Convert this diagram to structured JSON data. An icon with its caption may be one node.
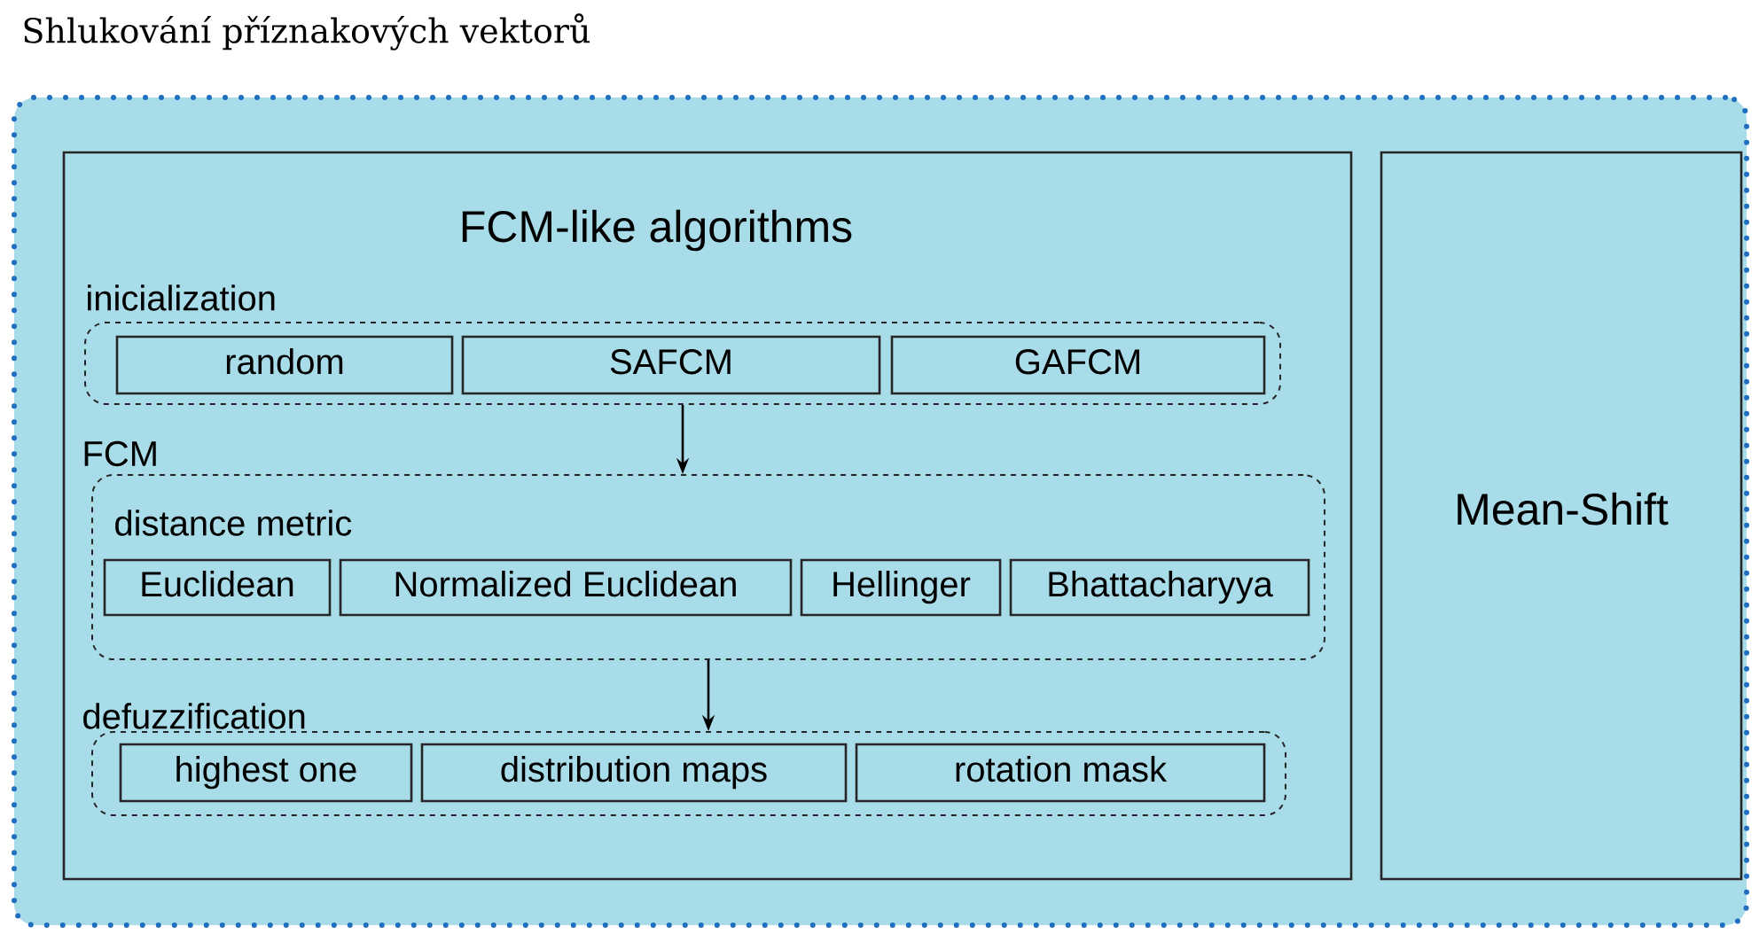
{
  "diagram": {
    "nodes": [
      {
        "text": [
          "Shlukování příznakových vektorů"
        ]
      },
      {
        "text": [
          "FCM-like algorithms"
        ],
        "in": 0
      },
      {
        "text": [
          "inicialization"
        ],
        "in": 1
      },
      {
        "text": [
          "random"
        ],
        "in": 2
      },
      {
        "text": [
          "SAFCM"
        ],
        "in": 2
      },
      {
        "text": [
          "GAFCM"
        ],
        "in": 2
      },
      {
        "text": [
          "FCM",
          "distance metric"
        ],
        "in": 1
      },
      {
        "text": [
          "Euclidean"
        ],
        "in": 6
      },
      {
        "text": [
          "Normalized Euclidean"
        ],
        "in": 6
      },
      {
        "text": [
          "Hellinger"
        ],
        "in": 6
      },
      {
        "text": [
          "Bhattacharyya"
        ],
        "in": 6
      },
      {
        "text": [
          "defuzzification"
        ],
        "in": 1
      },
      {
        "text": [
          "highest one"
        ],
        "in": 11
      },
      {
        "text": [
          "distribution maps"
        ],
        "in": 11
      },
      {
        "text": [
          "rotation mask"
        ],
        "in": 11
      },
      {
        "text": [
          "Mean-Shift"
        ],
        "in": 0
      }
    ],
    "edges": [
      {
        "from": 2,
        "to": 6,
        "arrow": "to"
      },
      {
        "from": 6,
        "to": 11,
        "arrow": "to"
      }
    ]
  }
}
